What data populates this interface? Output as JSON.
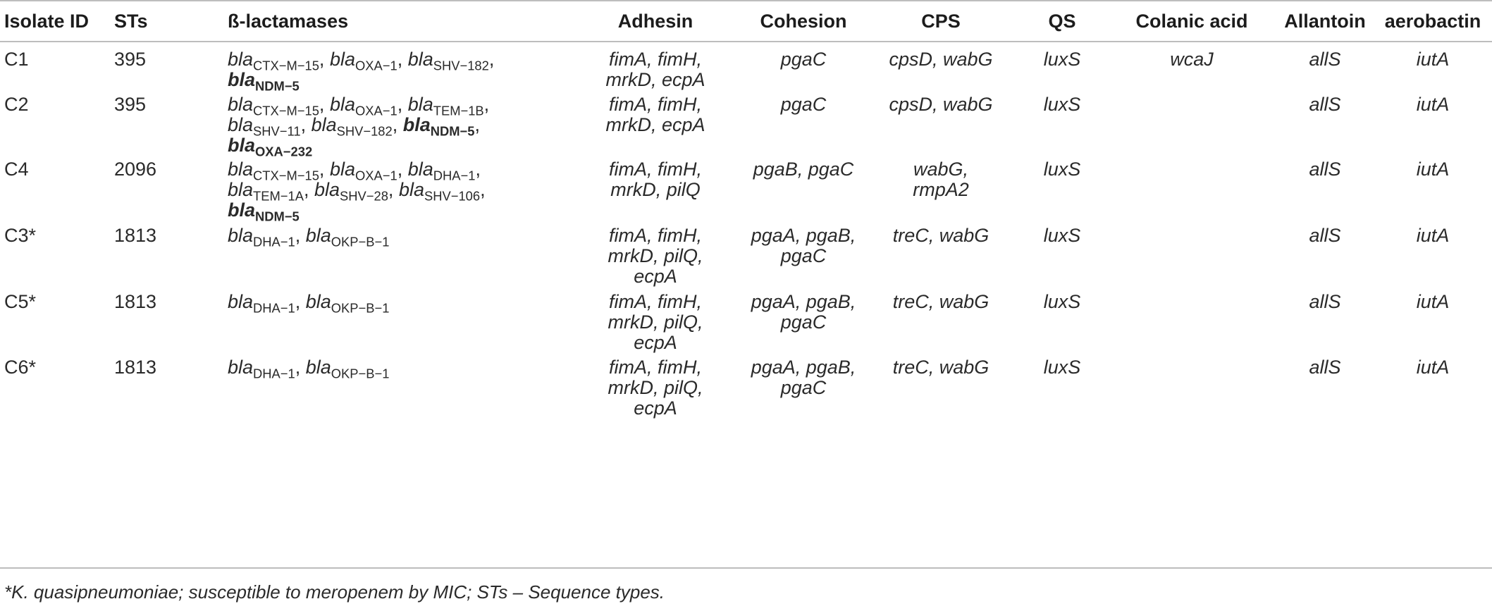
{
  "table": {
    "headers": [
      "Isolate ID",
      "STs",
      "ß-lactamases",
      "Adhesin",
      "Cohesion",
      "CPS",
      "QS",
      "Colanic acid",
      "Allantoin",
      "aerobactin"
    ],
    "rows": [
      {
        "id": "C1",
        "st": "395",
        "bla": [
          [
            [
              "bla",
              "CTX−M−15",
              false
            ],
            [
              "bla",
              "OXA−1",
              false
            ],
            [
              "bla",
              "SHV−182",
              false
            ]
          ],
          [
            [
              "bla",
              "NDM−5",
              true
            ]
          ]
        ],
        "adhesin": [
          "fimA, fimH,",
          "mrkD, ecpA"
        ],
        "cohesion": [
          "pgaC"
        ],
        "cps": [
          "cpsD, wabG"
        ],
        "qs": "luxS",
        "colanic": "wcaJ",
        "allantoin": "allS",
        "aerobactin": "iutA"
      },
      {
        "id": "C2",
        "st": "395",
        "bla": [
          [
            [
              "bla",
              "CTX−M−15",
              false
            ],
            [
              "bla",
              "OXA−1",
              false
            ],
            [
              "bla",
              "TEM−1B",
              false
            ]
          ],
          [
            [
              "bla",
              "SHV−11",
              false
            ],
            [
              "bla",
              "SHV−182",
              false
            ],
            [
              "bla",
              "NDM−5",
              true
            ]
          ],
          [
            [
              "bla",
              "OXA−232",
              true
            ]
          ]
        ],
        "adhesin": [
          "fimA, fimH,",
          "mrkD, ecpA"
        ],
        "cohesion": [
          "pgaC"
        ],
        "cps": [
          "cpsD, wabG"
        ],
        "qs": "luxS",
        "colanic": "",
        "allantoin": "allS",
        "aerobactin": "iutA"
      },
      {
        "id": "C4",
        "st": "2096",
        "bla": [
          [
            [
              "bla",
              "CTX−M−15",
              false
            ],
            [
              "bla",
              "OXA−1",
              false
            ],
            [
              "bla",
              "DHA−1",
              false
            ]
          ],
          [
            [
              "bla",
              "TEM−1A",
              false
            ],
            [
              "bla",
              "SHV−28",
              false
            ],
            [
              "bla",
              "SHV−106",
              false
            ]
          ],
          [
            [
              "bla",
              "NDM−5",
              true
            ]
          ]
        ],
        "adhesin": [
          "fimA, fimH,",
          "mrkD, pilQ"
        ],
        "cohesion": [
          "pgaB, pgaC"
        ],
        "cps": [
          "wabG,",
          "rmpA2"
        ],
        "qs": "luxS",
        "colanic": "",
        "allantoin": "allS",
        "aerobactin": "iutA"
      },
      {
        "id": "C3*",
        "st": "1813",
        "bla": [
          [
            [
              "bla",
              "DHA−1",
              false
            ],
            [
              "bla",
              "OKP−B−1",
              false
            ]
          ]
        ],
        "adhesin": [
          "fimA, fimH,",
          "mrkD, pilQ,",
          "ecpA"
        ],
        "cohesion": [
          "pgaA, pgaB,",
          "pgaC"
        ],
        "cps": [
          "treC, wabG"
        ],
        "qs": "luxS",
        "colanic": "",
        "allantoin": "allS",
        "aerobactin": "iutA"
      },
      {
        "id": "C5*",
        "st": "1813",
        "bla": [
          [
            [
              "bla",
              "DHA−1",
              false
            ],
            [
              "bla",
              "OKP−B−1",
              false
            ]
          ]
        ],
        "adhesin": [
          "fimA, fimH,",
          "mrkD, pilQ,",
          "ecpA"
        ],
        "cohesion": [
          "pgaA, pgaB,",
          "pgaC"
        ],
        "cps": [
          "treC, wabG"
        ],
        "qs": "luxS",
        "colanic": "",
        "allantoin": "allS",
        "aerobactin": "iutA"
      },
      {
        "id": "C6*",
        "st": "1813",
        "bla": [
          [
            [
              "bla",
              "DHA−1",
              false
            ],
            [
              "bla",
              "OKP−B−1",
              false
            ]
          ]
        ],
        "adhesin": [
          "fimA, fimH,",
          "mrkD, pilQ,",
          "ecpA"
        ],
        "cohesion": [
          "pgaA, pgaB,",
          "pgaC"
        ],
        "cps": [
          "treC, wabG"
        ],
        "qs": "luxS",
        "colanic": "",
        "allantoin": "allS",
        "aerobactin": "iutA"
      }
    ]
  },
  "footnote": "*K. quasipneumoniae; susceptible to meropenem by MIC; STs – Sequence types."
}
